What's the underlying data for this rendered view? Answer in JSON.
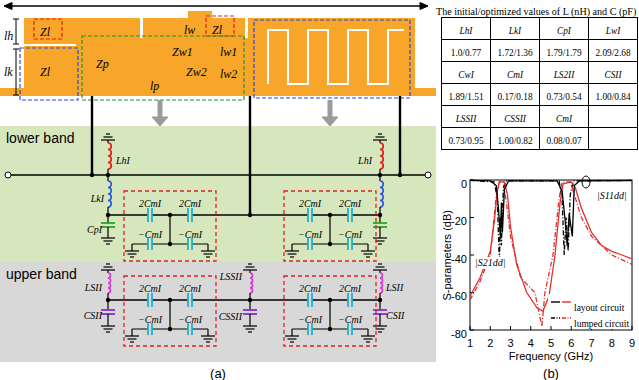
{
  "diagram": {
    "nodes": [
      {
        "text": [
          "lower band"
        ]
      },
      {
        "text": [
          "upper band"
        ]
      }
    ],
    "labels": [
      "lh",
      "Zl",
      "lk",
      "Zl",
      "Zp",
      "lp",
      "lw",
      "Zl",
      "Zw1",
      "lw1",
      "Zw2",
      "lw2",
      "LhI",
      "LkI",
      "CpI",
      "LhI",
      "2CmI",
      "2CmI",
      "−CmI",
      "−CmI",
      "2CmI",
      "2CmI",
      "−CmI",
      "−CmI",
      "LSII",
      "CSII",
      "LSSII",
      "CSSII",
      "LSII",
      "CSII",
      "2CmI",
      "2CmI",
      "−CmI",
      "−CmI",
      "2CmI",
      "2CmI",
      "−CmI",
      "−CmI",
      "(a)",
      "The initial/optimized values of L (nH) and C (pF)",
      "LhI",
      "LkI",
      "CpI",
      "LwI",
      "1.0/0.77",
      "1.72/1.36",
      "1.79/1.79",
      "2.09/2.68",
      "CwI",
      "CmI",
      "LS2II",
      "CSII",
      "1.89/1.51",
      "0.17/0.18",
      "0.73/0.54",
      "1.00/0.84",
      "LSSII",
      "CSSII",
      "CmI",
      "0.73/0.95",
      "1.00/0.82",
      "0.08/0.07",
      "0",
      "-20",
      "-40",
      "-60",
      "-80",
      "1",
      "2",
      "3",
      "4",
      "5",
      "6",
      "7",
      "8",
      "9",
      "S-parameters (dB)",
      "Frequency (GHz)",
      "|S11dd|",
      "|S21dd|",
      "(b)"
    ],
    "legend": [
      {
        "text": "layout circuit"
      },
      {
        "text": "lumped circuit"
      }
    ]
  }
}
